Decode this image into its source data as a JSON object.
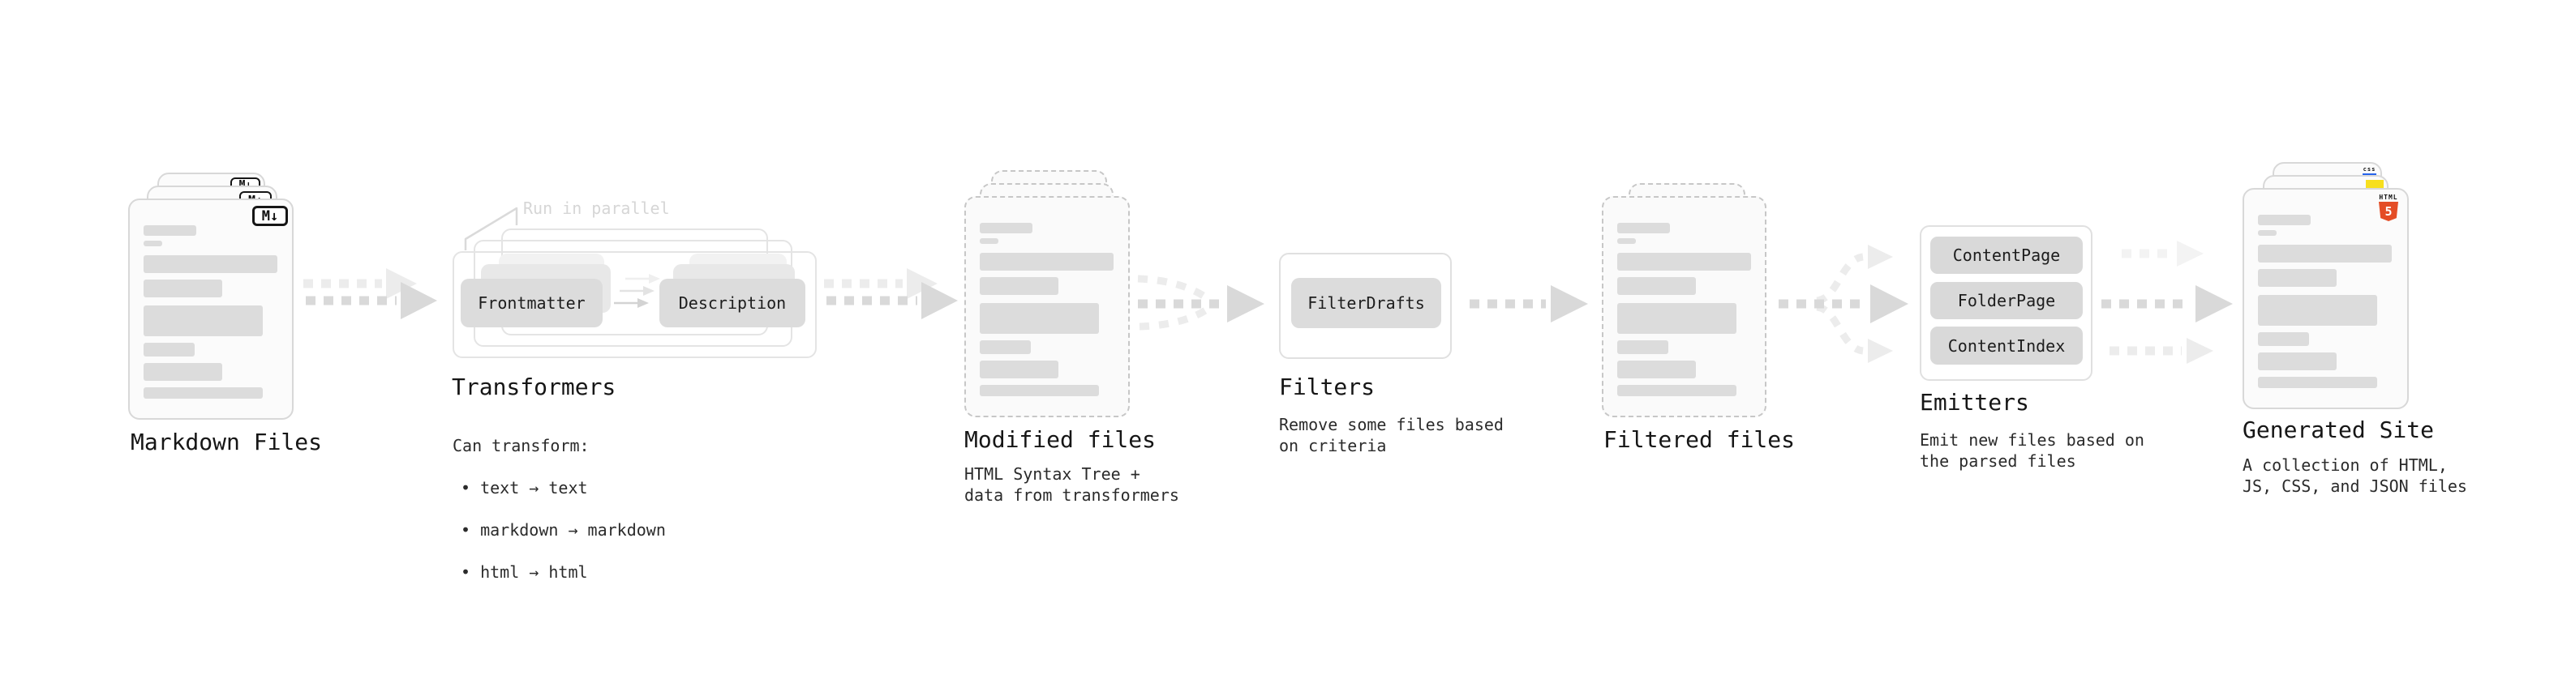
{
  "stages": {
    "markdown_files": {
      "label": "Markdown Files",
      "icon_text": "M↓"
    },
    "transformers": {
      "label": "Transformers",
      "annotation": "Run in parallel",
      "pills": [
        "Frontmatter",
        "Description"
      ],
      "note": "Can transform:",
      "bullets": [
        "• text → text",
        "• markdown → markdown",
        "• html → html"
      ]
    },
    "modified_files": {
      "label": "Modified files",
      "desc": "HTML Syntax Tree +\ndata from transformers"
    },
    "filters": {
      "label": "Filters",
      "pills": [
        "FilterDrafts"
      ],
      "desc": "Remove some files based\non criteria"
    },
    "filtered_files": {
      "label": "Filtered files"
    },
    "emitters": {
      "label": "Emitters",
      "pills": [
        "ContentPage",
        "FolderPage",
        "ContentIndex"
      ],
      "desc": "Emit new files based on\nthe parsed files"
    },
    "generated_site": {
      "label": "Generated Site",
      "desc": "A collection of HTML,\nJS, CSS, and JSON files",
      "icons": {
        "html5_label": "HTML",
        "html5_number": "5",
        "css_label": "css"
      }
    }
  },
  "colors": {
    "html5_orange": "#e44d26",
    "js_yellow": "#f7df1e",
    "css_blue": "#2563eb",
    "arrow_dark": "#d9d9d9",
    "arrow_light": "#ececec",
    "arrow_faint": "#f3f3f3",
    "card_border": "#d8d8d8",
    "placeholder_bar": "#dcdcdc"
  }
}
